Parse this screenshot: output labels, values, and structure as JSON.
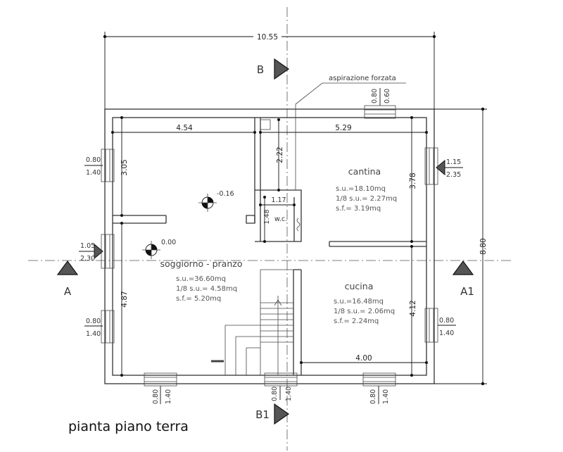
{
  "title": "pianta piano terra",
  "overall": {
    "width": "10.55",
    "depth": "8.80"
  },
  "dims": {
    "d454": "4.54",
    "d529": "5.29",
    "d305": "3.05",
    "d222": "2.22",
    "d117": "1.17",
    "d148": "1.48",
    "d378": "3.78",
    "d487": "4.87",
    "d412": "4.12",
    "d400": "4.00"
  },
  "levels": {
    "upper": "-0.16",
    "lower": "0.00"
  },
  "note": "aspirazione forzata",
  "wc": "w.c.",
  "rooms": {
    "cantina": {
      "name": "cantina",
      "su": "s.u.=18.10mq",
      "su8": "1/8 s.u.= 2.27mq",
      "sf": "s.f.= 3.19mq"
    },
    "soggiorno": {
      "name": "soggiorno - pranzo",
      "su": "s.u.=36.60mq",
      "su8": "1/8 s.u.= 4.58mq",
      "sf": "s.f.= 5.20mq"
    },
    "cucina": {
      "name": "cucina",
      "su": "s.u.=16.48mq",
      "su8": "1/8 s.u.= 2.06mq",
      "sf": "s.f.= 2.24mq"
    }
  },
  "sections": {
    "a": "A",
    "a1": "A1",
    "b": "B",
    "b1": "B1"
  },
  "openings": {
    "left_top": {
      "w": "0.80",
      "h": "1.40"
    },
    "left_mid": {
      "w": "1.05",
      "h": "2.30"
    },
    "left_bot": {
      "w": "0.80",
      "h": "1.40"
    },
    "right_top": {
      "w": "1.15",
      "h": "2.35"
    },
    "right_bot": {
      "w": "0.80",
      "h": "1.40"
    },
    "top": {
      "w": "0.80",
      "h": "0.60"
    },
    "bot_left": {
      "w": "0.80",
      "h": "1.40"
    },
    "bot_mid": {
      "w": "0.80",
      "h": "1.40"
    },
    "bot_right": {
      "w": "0.80",
      "h": "1.40"
    }
  }
}
